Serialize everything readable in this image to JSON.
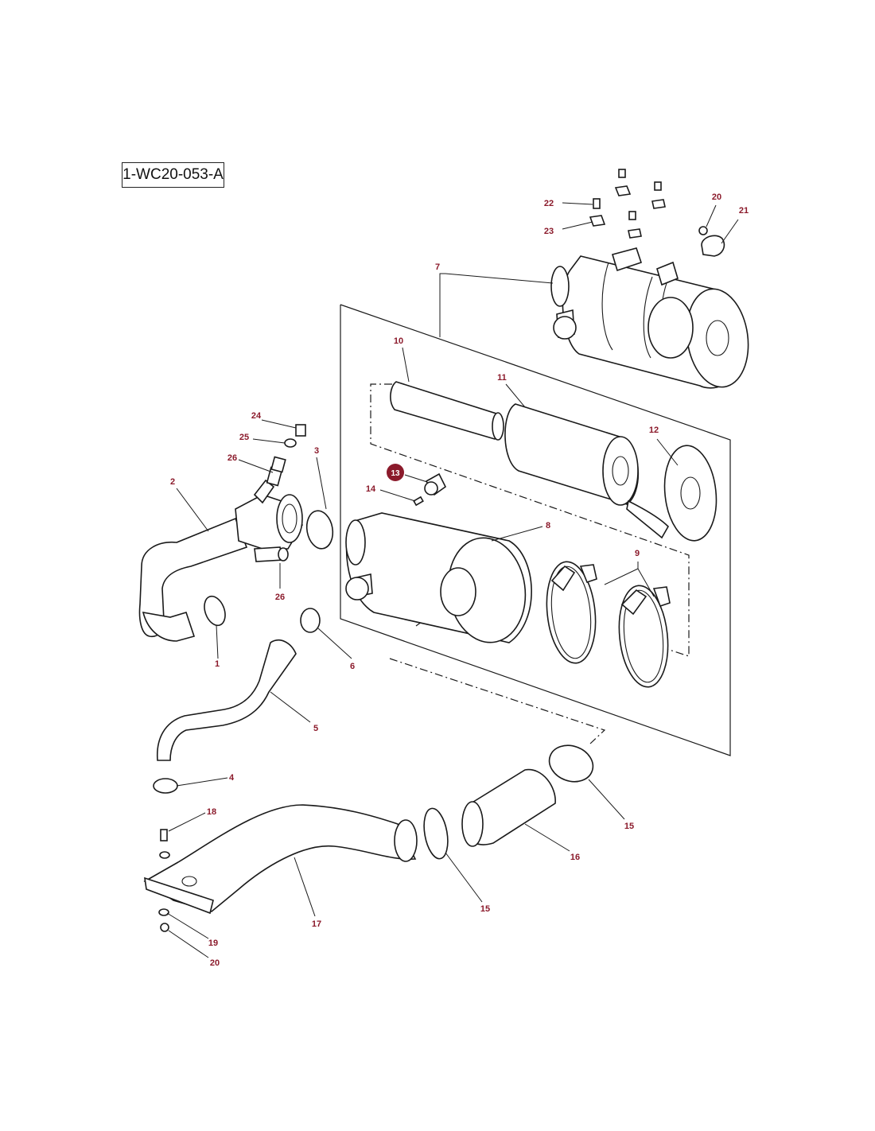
{
  "reference_code": "1-WC20-053-A",
  "colors": {
    "callout_text": "#8b1a2b",
    "callout_highlight": "#8b1a2b",
    "line": "#1a1a1a"
  },
  "highlighted_part": "13",
  "callouts": [
    {
      "id": "c1",
      "label": "1"
    },
    {
      "id": "c2",
      "label": "2"
    },
    {
      "id": "c3",
      "label": "3"
    },
    {
      "id": "c4",
      "label": "4"
    },
    {
      "id": "c5",
      "label": "5"
    },
    {
      "id": "c6",
      "label": "6"
    },
    {
      "id": "c7",
      "label": "7"
    },
    {
      "id": "c8",
      "label": "8"
    },
    {
      "id": "c9",
      "label": "9"
    },
    {
      "id": "c10",
      "label": "10"
    },
    {
      "id": "c11",
      "label": "11"
    },
    {
      "id": "c12",
      "label": "12"
    },
    {
      "id": "c13",
      "label": "13"
    },
    {
      "id": "c14",
      "label": "14"
    },
    {
      "id": "c15a",
      "label": "15"
    },
    {
      "id": "c15b",
      "label": "15"
    },
    {
      "id": "c16",
      "label": "16"
    },
    {
      "id": "c17",
      "label": "17"
    },
    {
      "id": "c18",
      "label": "18"
    },
    {
      "id": "c19",
      "label": "19"
    },
    {
      "id": "c20a",
      "label": "20"
    },
    {
      "id": "c20b",
      "label": "20"
    },
    {
      "id": "c21",
      "label": "21"
    },
    {
      "id": "c22",
      "label": "22"
    },
    {
      "id": "c23",
      "label": "23"
    },
    {
      "id": "c24",
      "label": "24"
    },
    {
      "id": "c25",
      "label": "25"
    },
    {
      "id": "c26a",
      "label": "26"
    },
    {
      "id": "c26b",
      "label": "26"
    }
  ]
}
